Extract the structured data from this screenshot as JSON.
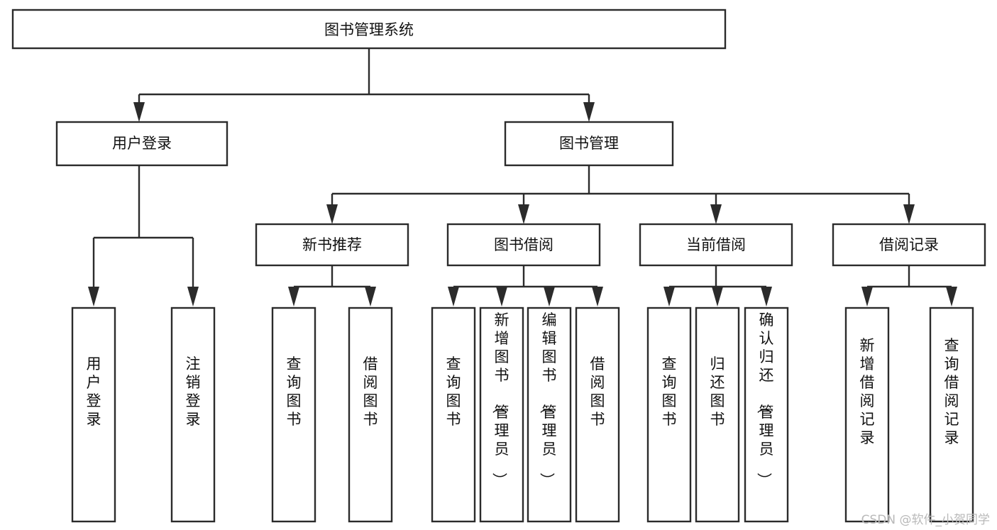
{
  "diagram": {
    "title": "图书管理系统",
    "type": "hierarchy-tree",
    "watermark": "CSDN @软件_小贺同学",
    "colors": {
      "background": "#ffffff",
      "stroke": "#2b2b2b",
      "node_fill": "#ffffff",
      "text": "#111111",
      "watermark": "#b9b9b9"
    },
    "root": {
      "id": "root",
      "label": "图书管理系统",
      "orientation": "horizontal"
    },
    "level1": [
      {
        "id": "user-login",
        "label": "用户登录",
        "orientation": "horizontal"
      },
      {
        "id": "book-management",
        "label": "图书管理",
        "orientation": "horizontal"
      }
    ],
    "level2": [
      {
        "id": "new-book-recommend",
        "label": "新书推荐",
        "parent": "book-management",
        "orientation": "horizontal"
      },
      {
        "id": "book-borrow",
        "label": "图书借阅",
        "parent": "book-management",
        "orientation": "horizontal"
      },
      {
        "id": "current-borrow",
        "label": "当前借阅",
        "parent": "book-management",
        "orientation": "horizontal"
      },
      {
        "id": "borrow-record",
        "label": "借阅记录",
        "parent": "book-management",
        "orientation": "horizontal"
      }
    ],
    "leaves": [
      {
        "id": "leaf-user-login",
        "label": "用户登录",
        "parent": "user-login",
        "orientation": "vertical"
      },
      {
        "id": "leaf-user-logout",
        "label": "注销登录",
        "parent": "user-login",
        "orientation": "vertical"
      },
      {
        "id": "leaf-query-book-1",
        "label": "查询图书",
        "parent": "new-book-recommend",
        "orientation": "vertical"
      },
      {
        "id": "leaf-borrow-book-1",
        "label": "借阅图书",
        "parent": "new-book-recommend",
        "orientation": "vertical"
      },
      {
        "id": "leaf-query-book-2",
        "label": "查询图书",
        "parent": "book-borrow",
        "orientation": "vertical"
      },
      {
        "id": "leaf-add-book",
        "label": "新增图书（管理员）",
        "parent": "book-borrow",
        "orientation": "vertical"
      },
      {
        "id": "leaf-edit-book",
        "label": "编辑图书（管理员）",
        "parent": "book-borrow",
        "orientation": "vertical"
      },
      {
        "id": "leaf-borrow-book-2",
        "label": "借阅图书",
        "parent": "book-borrow",
        "orientation": "vertical"
      },
      {
        "id": "leaf-query-book-3",
        "label": "查询图书",
        "parent": "current-borrow",
        "orientation": "vertical"
      },
      {
        "id": "leaf-return-book",
        "label": "归还图书",
        "parent": "current-borrow",
        "orientation": "vertical"
      },
      {
        "id": "leaf-confirm-return",
        "label": "确认归还（管理员）",
        "parent": "current-borrow",
        "orientation": "vertical"
      },
      {
        "id": "leaf-add-record",
        "label": "新增借阅记录",
        "parent": "borrow-record",
        "orientation": "vertical"
      },
      {
        "id": "leaf-query-record",
        "label": "查询借阅记录",
        "parent": "borrow-record",
        "orientation": "vertical"
      }
    ]
  }
}
